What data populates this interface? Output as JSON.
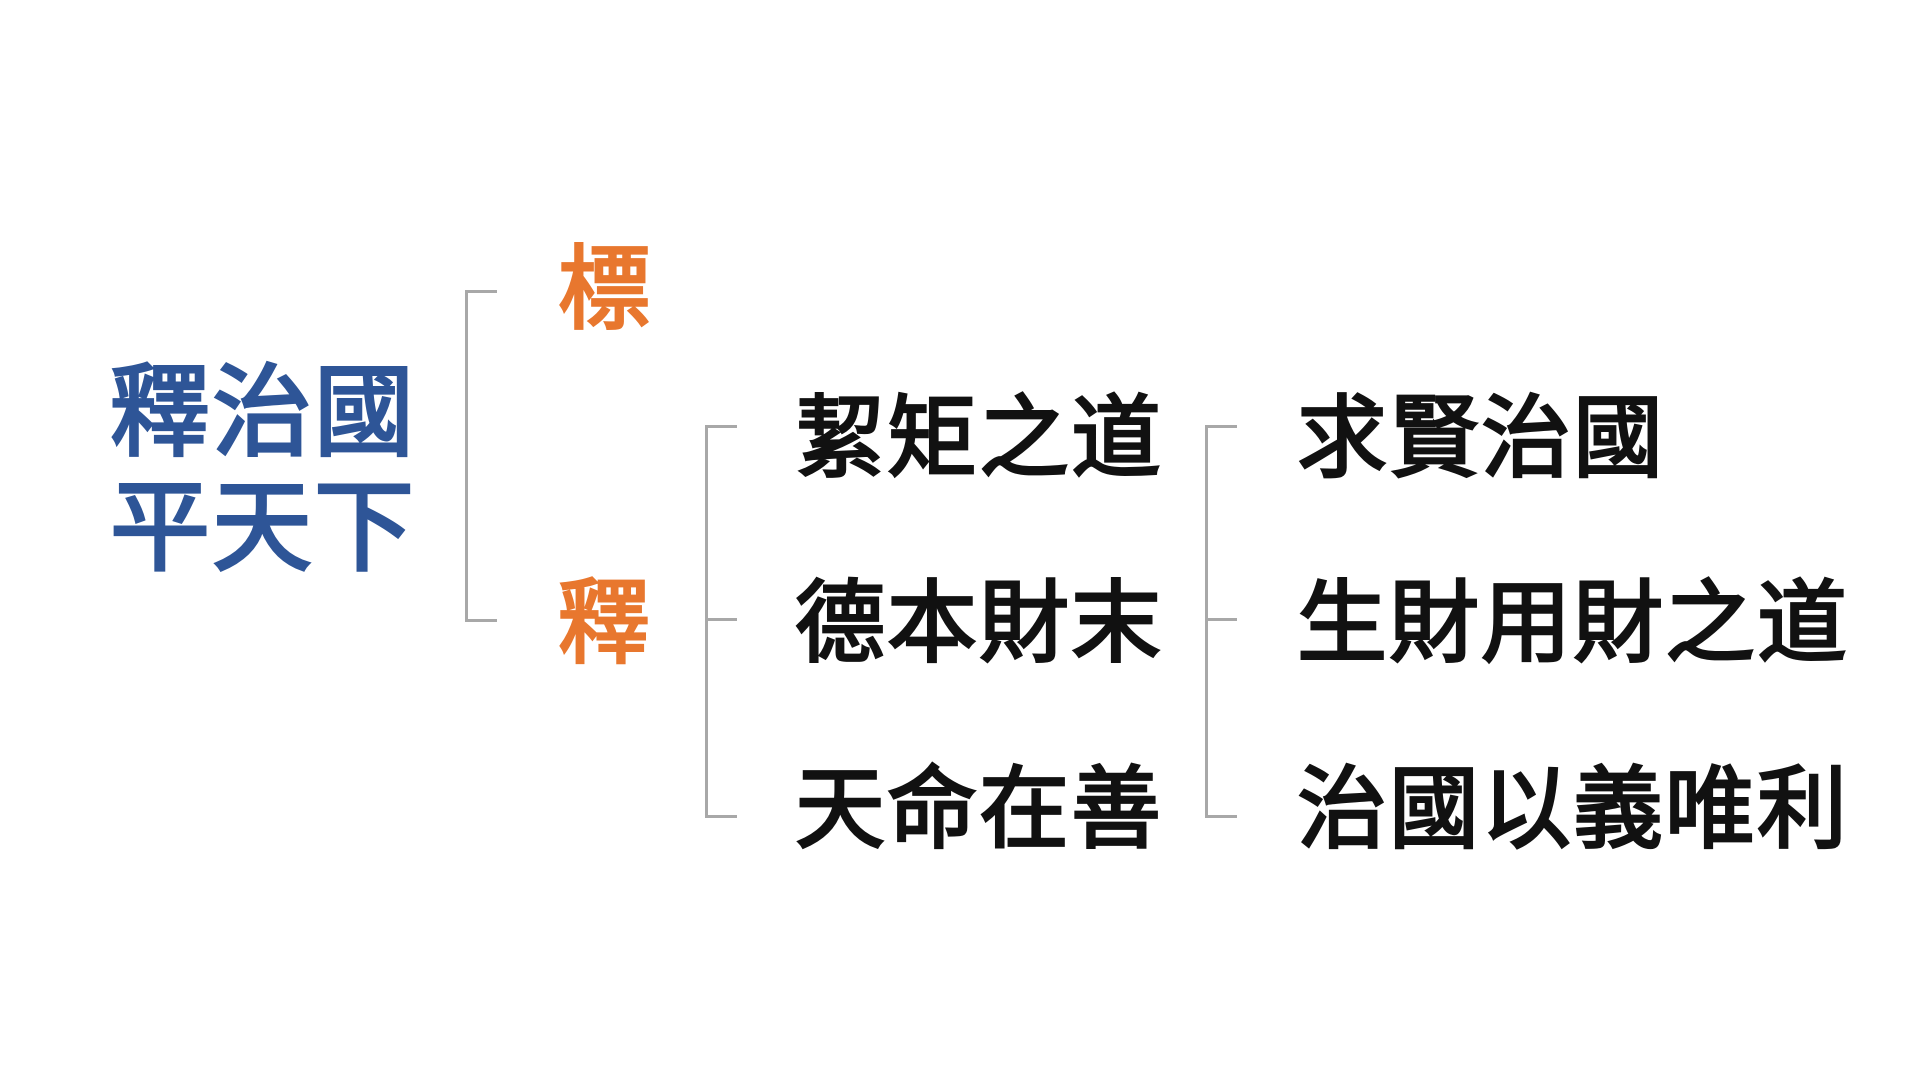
{
  "colors": {
    "root": "#2e5597",
    "level1": "#e8772e",
    "text": "#111111",
    "bracket": "#a8a8a8"
  },
  "root": {
    "line1": "釋治國",
    "line2": "平天下"
  },
  "level1": {
    "biao": "標",
    "shi": "釋"
  },
  "level2": [
    "絜矩之道",
    "德本財末",
    "天命在善"
  ],
  "level3": [
    "求賢治國",
    "生財用財之道",
    "治國以義唯利"
  ]
}
